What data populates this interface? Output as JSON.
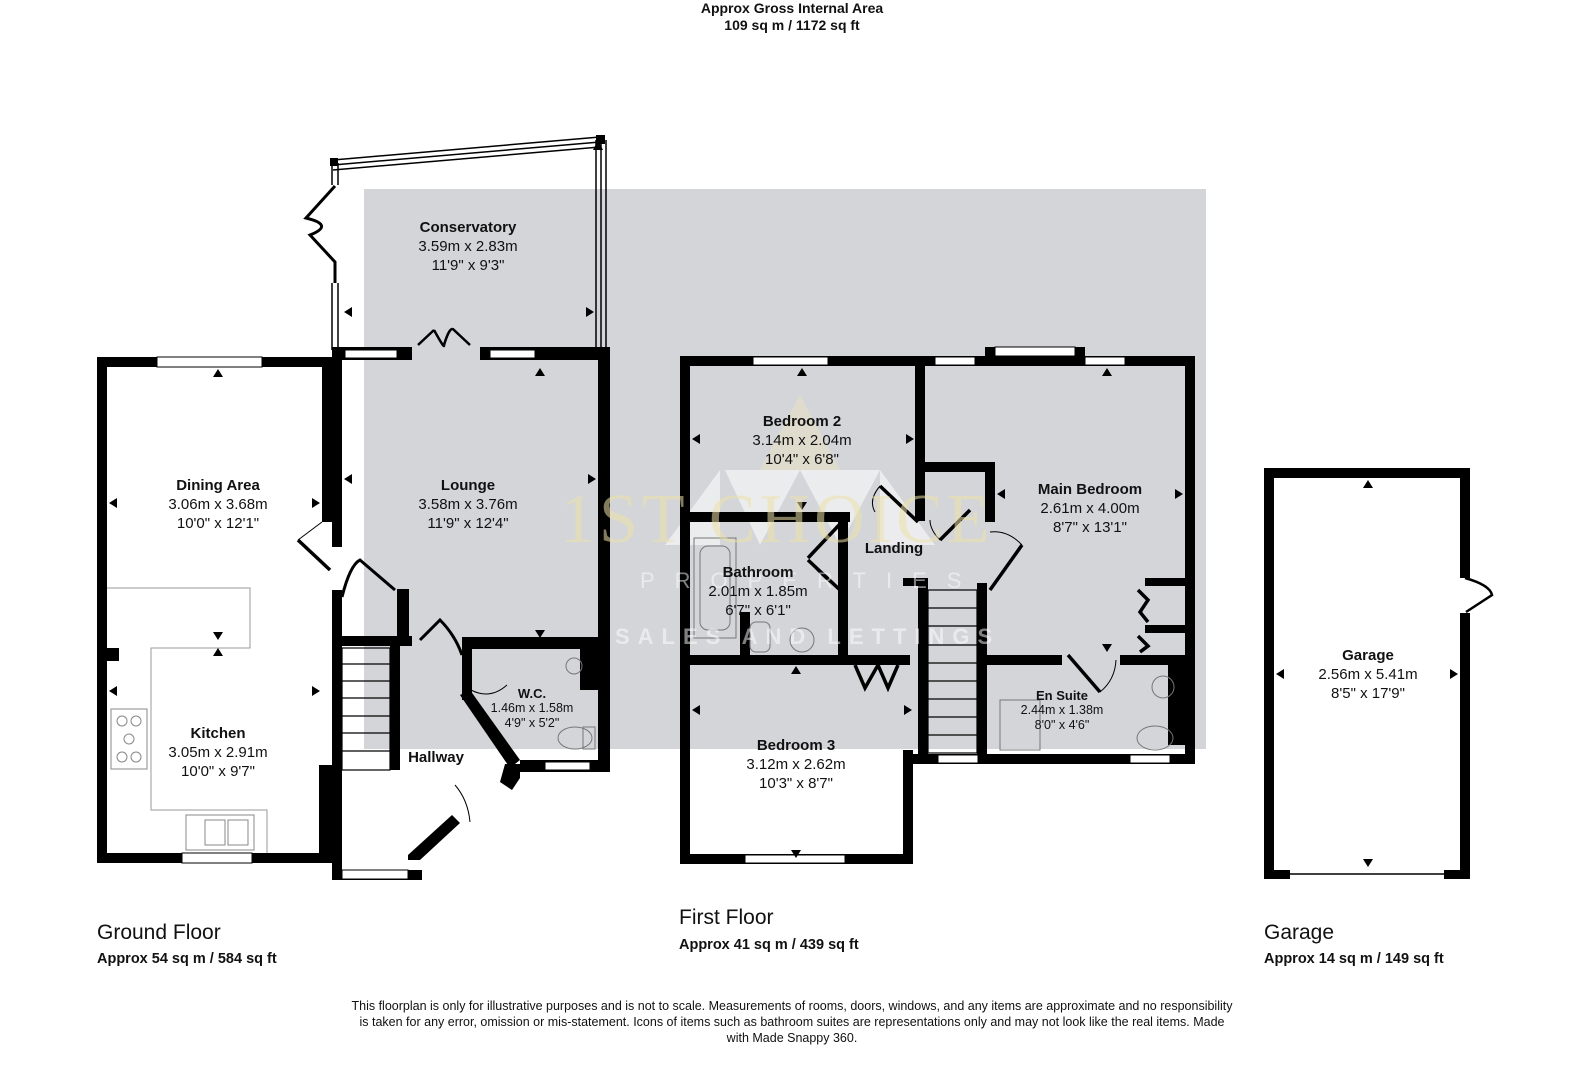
{
  "header": {
    "title": "Approx Gross Internal Area",
    "total_area": "109 sq m / 1172 sq ft"
  },
  "watermark": {
    "brand": "1ST CHOICE",
    "line2": "PROPERTIES",
    "line3": "SALES AND LETTINGS"
  },
  "rooms": {
    "conservatory": {
      "name": "Conservatory",
      "metric": "3.59m x 2.83m",
      "imperial": "11'9\" x 9'3\""
    },
    "dining": {
      "name": "Dining Area",
      "metric": "3.06m x 3.68m",
      "imperial": "10'0\" x 12'1\""
    },
    "lounge": {
      "name": "Lounge",
      "metric": "3.58m x 3.76m",
      "imperial": "11'9\" x 12'4\""
    },
    "kitchen": {
      "name": "Kitchen",
      "metric": "3.05m x 2.91m",
      "imperial": "10'0\" x 9'7\""
    },
    "wc": {
      "name": "W.C.",
      "metric": "1.46m x 1.58m",
      "imperial": "4'9\" x 5'2\""
    },
    "hallway": {
      "name": "Hallway"
    },
    "bedroom2": {
      "name": "Bedroom 2",
      "metric": "3.14m x 2.04m",
      "imperial": "10'4\" x 6'8\""
    },
    "main_bedroom": {
      "name": "Main Bedroom",
      "metric": "2.61m x 4.00m",
      "imperial": "8'7\" x 13'1\""
    },
    "landing": {
      "name": "Landing"
    },
    "bathroom": {
      "name": "Bathroom",
      "metric": "2.01m x 1.85m",
      "imperial": "6'7\" x 6'1\""
    },
    "bedroom3": {
      "name": "Bedroom 3",
      "metric": "3.12m x 2.62m",
      "imperial": "10'3\" x 8'7\""
    },
    "en_suite": {
      "name": "En Suite",
      "metric": "2.44m x 1.38m",
      "imperial": "8'0\" x 4'6\""
    },
    "garage": {
      "name": "Garage",
      "metric": "2.56m x 5.41m",
      "imperial": "8'5\" x 17'9\""
    }
  },
  "floors": {
    "ground": {
      "title": "Ground Floor",
      "area": "Approx 54 sq m / 584 sq ft"
    },
    "first": {
      "title": "First Floor",
      "area": "Approx 41 sq m / 439 sq ft"
    },
    "garage": {
      "title": "Garage",
      "area": "Approx 14 sq m / 149 sq ft"
    }
  },
  "disclaimer": "This floorplan is only for illustrative purposes and is not to scale. Measurements of rooms, doors, windows, and any items are approximate and no responsibility is taken for any error, omission or mis-statement. Icons of items such as bathroom suites are representations only and may not look like the real items. Made with Made Snappy 360.",
  "colors": {
    "wall": "#000000",
    "overlay": "#d4d5d9",
    "background": "#ffffff"
  }
}
